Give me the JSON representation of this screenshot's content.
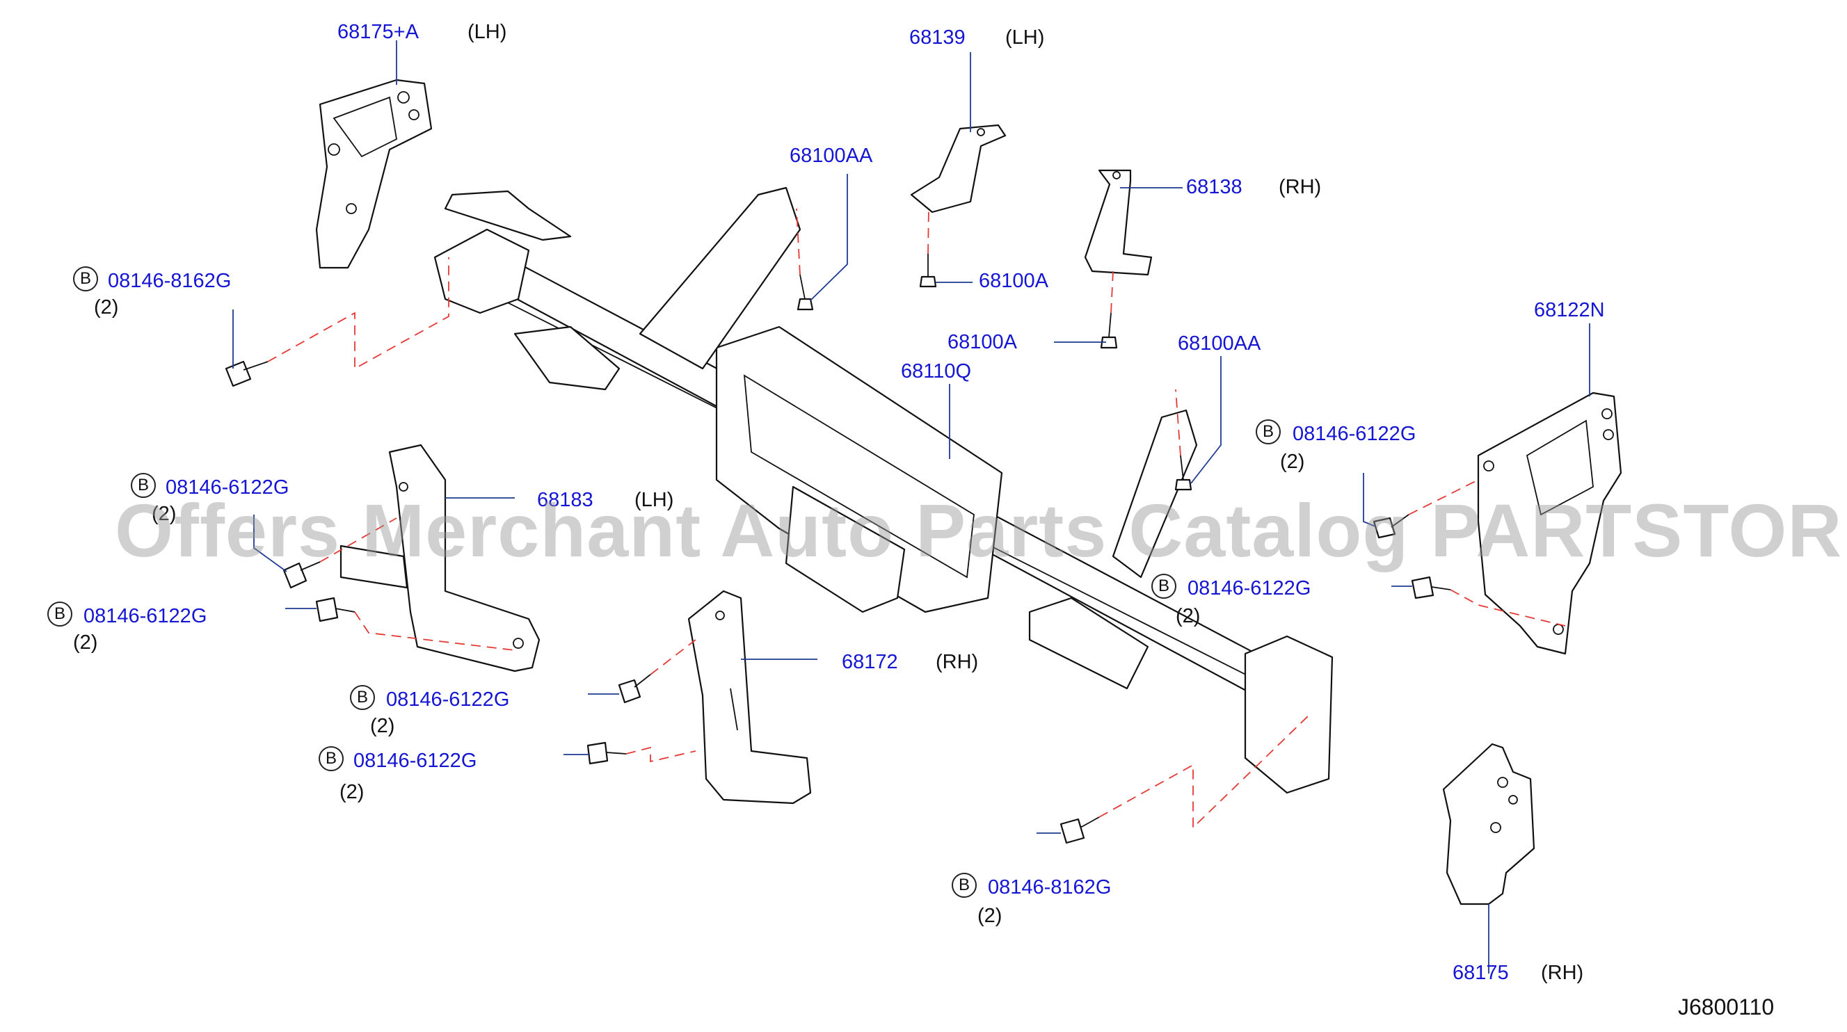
{
  "diagram_id": "J6800110",
  "watermark": "Offers Merchant Auto Parts Catalog PARTSTORE.SA",
  "colors": {
    "part_number": "#1515d4",
    "leader": "#1f3a93",
    "dash": "#e53935"
  },
  "labels": {
    "p68175A": {
      "number": "68175+A",
      "side": "(LH)"
    },
    "p68139": {
      "number": "68139",
      "side": "(LH)"
    },
    "p68100AA_a": {
      "number": "68100AA"
    },
    "p68138": {
      "number": "68138",
      "side": "(RH)"
    },
    "p68100A_a": {
      "number": "68100A"
    },
    "p68100A_b": {
      "number": "68100A"
    },
    "p68100AA_b": {
      "number": "68100AA"
    },
    "p68110Q": {
      "number": "68110Q"
    },
    "p68122N": {
      "number": "68122N"
    },
    "p68183": {
      "number": "68183",
      "side": "(LH)"
    },
    "p68172": {
      "number": "68172",
      "side": "(RH)"
    },
    "p68175": {
      "number": "68175",
      "side": "(RH)"
    },
    "b1": {
      "badge": "B",
      "number": "08146-8162G",
      "qty": "(2)"
    },
    "b2": {
      "badge": "B",
      "number": "08146-6122G",
      "qty": "(2)"
    },
    "b3": {
      "badge": "B",
      "number": "08146-6122G",
      "qty": "(2)"
    },
    "b4": {
      "badge": "B",
      "number": "08146-6122G",
      "qty": "(2)"
    },
    "b5": {
      "badge": "B",
      "number": "08146-6122G",
      "qty": "(2)"
    },
    "b6": {
      "badge": "B",
      "number": "08146-6122G",
      "qty": "(2)"
    },
    "b7": {
      "badge": "B",
      "number": "08146-6122G",
      "qty": "(2)"
    },
    "b8": {
      "badge": "B",
      "number": "08146-8162G",
      "qty": "(2)"
    }
  }
}
